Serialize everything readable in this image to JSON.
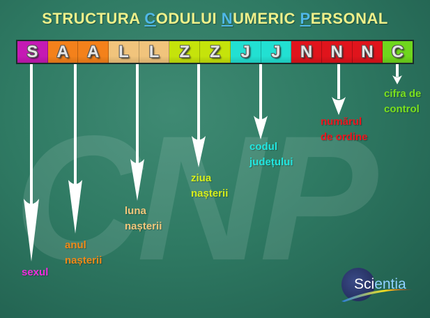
{
  "title": {
    "parts": [
      "STRUCTURA ",
      "C",
      "ODULUI ",
      "N",
      "UMERIC ",
      "P",
      "ERSONAL"
    ]
  },
  "watermark": {
    "text": "CNP"
  },
  "cells": [
    {
      "letter": "S",
      "color": "#c51ab4"
    },
    {
      "letter": "A",
      "color": "#f4811b"
    },
    {
      "letter": "A",
      "color": "#f4811b"
    },
    {
      "letter": "L",
      "color": "#f1c47c"
    },
    {
      "letter": "L",
      "color": "#f1c47c"
    },
    {
      "letter": "Z",
      "color": "#c5e30b"
    },
    {
      "letter": "Z",
      "color": "#c5e30b"
    },
    {
      "letter": "J",
      "color": "#22e0d2"
    },
    {
      "letter": "J",
      "color": "#22e0d2"
    },
    {
      "letter": "N",
      "color": "#e0141c"
    },
    {
      "letter": "N",
      "color": "#e0141c"
    },
    {
      "letter": "N",
      "color": "#e0141c"
    },
    {
      "letter": "C",
      "color": "#6fd61d"
    }
  ],
  "labels": {
    "sexul": {
      "lines": [
        "sexul"
      ],
      "color": "#f02ddc"
    },
    "anul": {
      "lines": [
        "anul",
        "nașterii"
      ],
      "color": "#f08a18"
    },
    "luna": {
      "lines": [
        "luna",
        "nașterii"
      ],
      "color": "#f2c77c"
    },
    "ziua": {
      "lines": [
        "ziua",
        "nașterii"
      ],
      "color": "#d6ee1c"
    },
    "judet": {
      "lines": [
        "codul",
        "județului"
      ],
      "color": "#22e6e0"
    },
    "ordine": {
      "lines": [
        "numărul",
        "de ordine"
      ],
      "color": "#ea1820"
    },
    "control": {
      "lines": [
        "cifra de",
        "control"
      ],
      "color": "#7be01e"
    }
  },
  "logo": {
    "text_main": "Sci",
    "text_tail": "entia"
  }
}
